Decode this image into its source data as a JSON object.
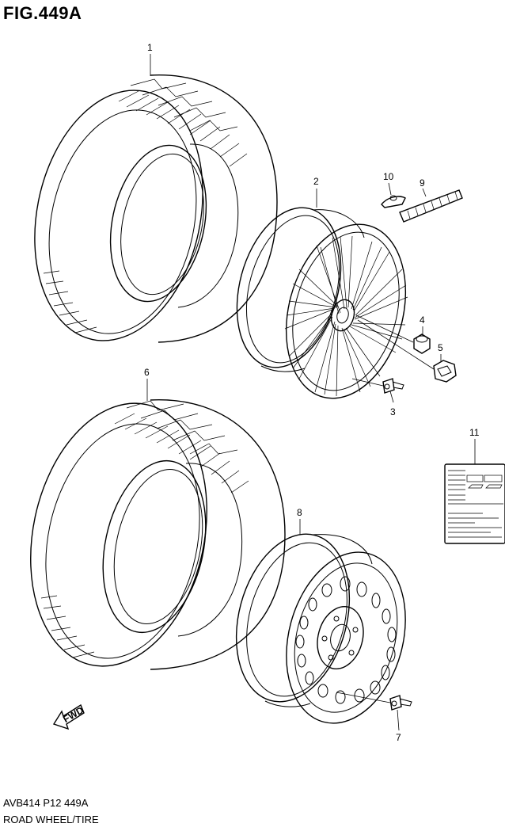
{
  "figure": {
    "title": "FIG.449A",
    "footer_code": "AVB414 P12 449A",
    "footer_title": "ROAD WHEEL/TIRE"
  },
  "callouts": [
    {
      "id": "1",
      "label": "1"
    },
    {
      "id": "2",
      "label": "2"
    },
    {
      "id": "3",
      "label": "3"
    },
    {
      "id": "4",
      "label": "4"
    },
    {
      "id": "5",
      "label": "5"
    },
    {
      "id": "6",
      "label": "6"
    },
    {
      "id": "7",
      "label": "7"
    },
    {
      "id": "8",
      "label": "8"
    },
    {
      "id": "9",
      "label": "9"
    },
    {
      "id": "10",
      "label": "10"
    },
    {
      "id": "11",
      "label": "11"
    }
  ],
  "fwd_arrow": {
    "label": "FWD"
  },
  "icons": [
    "tire-icon",
    "alloy-wheel-icon",
    "steel-wheel-icon",
    "valve-icon",
    "lug-nut-icon",
    "center-cap-icon",
    "balance-weight-icon",
    "clip-weight-icon",
    "tire-label-icon",
    "fwd-arrow-icon"
  ]
}
